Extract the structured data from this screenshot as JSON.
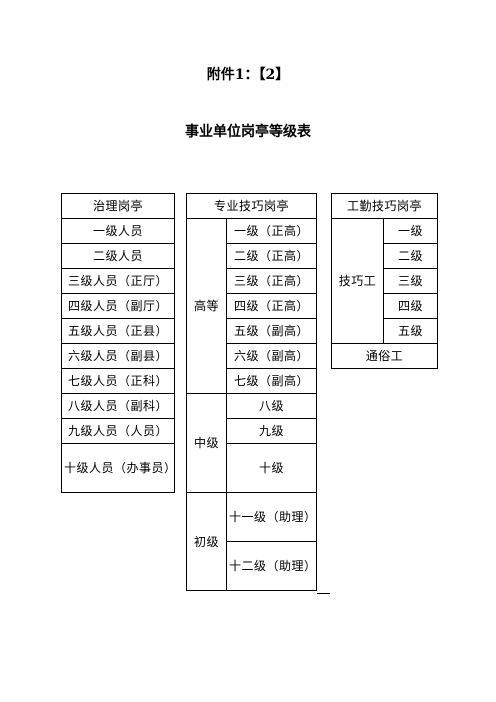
{
  "header": {
    "attachment": "附件1：【2】",
    "title": "事业单位岗亭等级表"
  },
  "management": {
    "header": "治理岗亭",
    "rows": [
      "一级人员",
      "二级人员",
      "三级人员（正厅）",
      "四级人员（副厅）",
      "五级人员（正县）",
      "六级人员（副县）",
      "七级人员（正科）",
      "八级人员（副科）",
      "九级人员（人员）",
      "十级人员（办事员）"
    ]
  },
  "professional": {
    "header": "专业技巧岗亭",
    "senior": {
      "label": "高等",
      "levels": [
        "一级（正高）",
        "二级（正高）",
        "三级（正高）",
        "四级（正高）",
        "五级（副高）",
        "六级（副高）",
        "七级（副高）"
      ]
    },
    "middle": {
      "label": "中级",
      "levels": [
        "八级",
        "九级",
        "十级"
      ]
    },
    "junior": {
      "label": "初级",
      "levels": [
        "十一级（助理）",
        "十二级（助理）"
      ]
    }
  },
  "worker": {
    "header": "工勤技巧岗亭",
    "skilled_label": "技巧工",
    "levels": [
      "一级",
      "二级",
      "三级",
      "四级",
      "五级"
    ],
    "common": "通俗工"
  }
}
